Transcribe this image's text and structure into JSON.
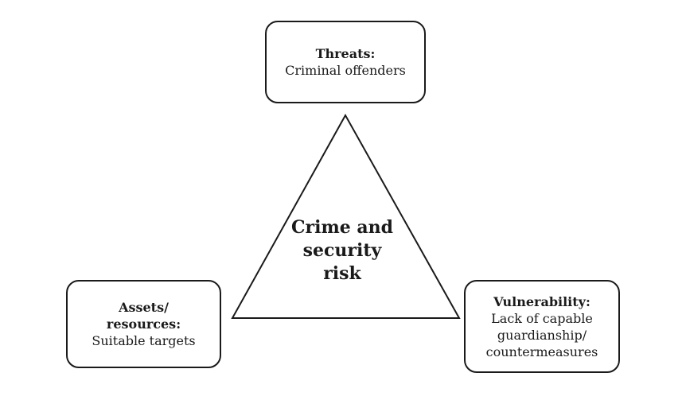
{
  "diagram": {
    "center": {
      "lines": [
        "Crime and",
        "security",
        "risk"
      ]
    },
    "threats": {
      "title": "Threats:",
      "lines": [
        "Criminal offenders"
      ]
    },
    "assets": {
      "title_lines": [
        "Assets/",
        "resources:"
      ],
      "lines": [
        "Suitable targets"
      ]
    },
    "vulnerability": {
      "title": "Vulnerability:",
      "lines": [
        "Lack of capable",
        "guardianship/",
        "countermeasures"
      ]
    }
  }
}
